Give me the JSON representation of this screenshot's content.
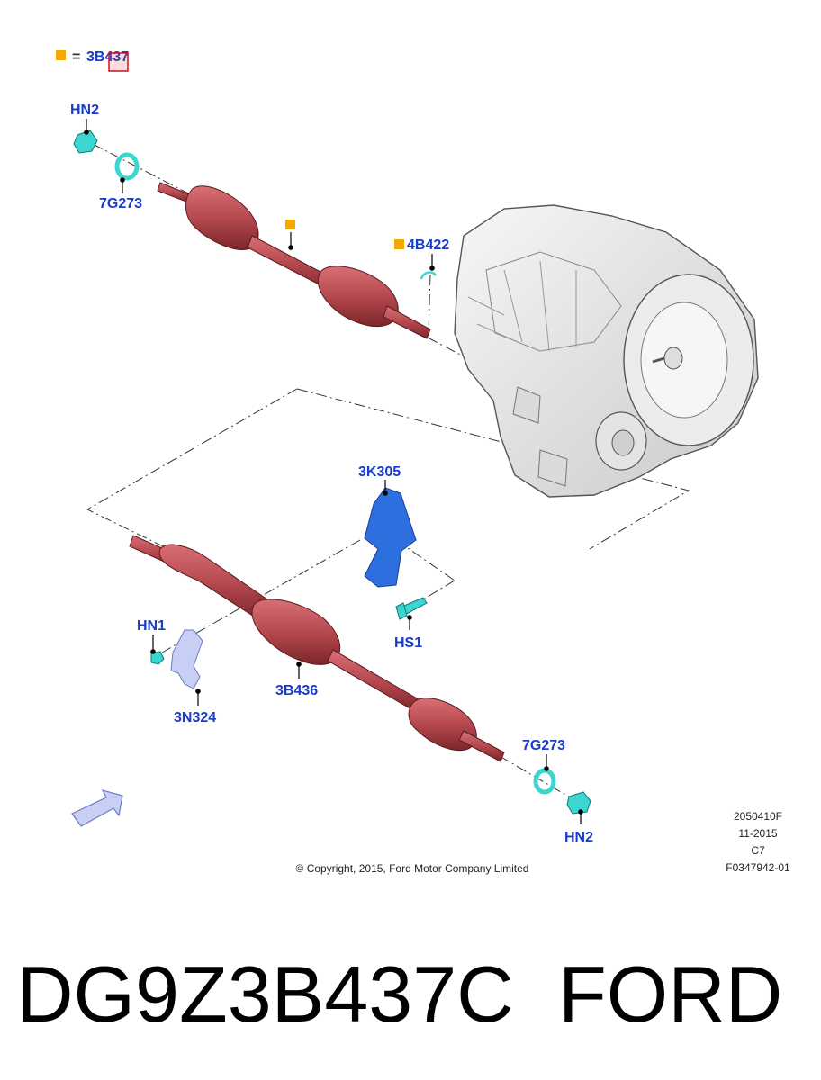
{
  "legend": {
    "marker_color": "#f5a800",
    "equals": "=",
    "ref": "3B437"
  },
  "callouts": {
    "hn2_top": "HN2",
    "g7273_top": "7G273",
    "b4422": "4B422",
    "k3305": "3K305",
    "hn1": "HN1",
    "hs1": "HS1",
    "b3436": "3B436",
    "n3324": "3N324",
    "g7273_bottom": "7G273",
    "hn2_bottom": "HN2"
  },
  "meta": {
    "code": "2050410F",
    "date": "11-2015",
    "rev": "C7",
    "figure_id": "F0347942-01"
  },
  "copyright": "© Copyright, 2015, Ford Motor Company Limited",
  "title": {
    "part_number": "DG9Z3B437C",
    "brand": "FORD"
  },
  "colors": {
    "shaft": "#b5494f",
    "hardware": "#3ad6cf",
    "bracket": "#2e6fe0",
    "label": "#1a3ccc"
  }
}
